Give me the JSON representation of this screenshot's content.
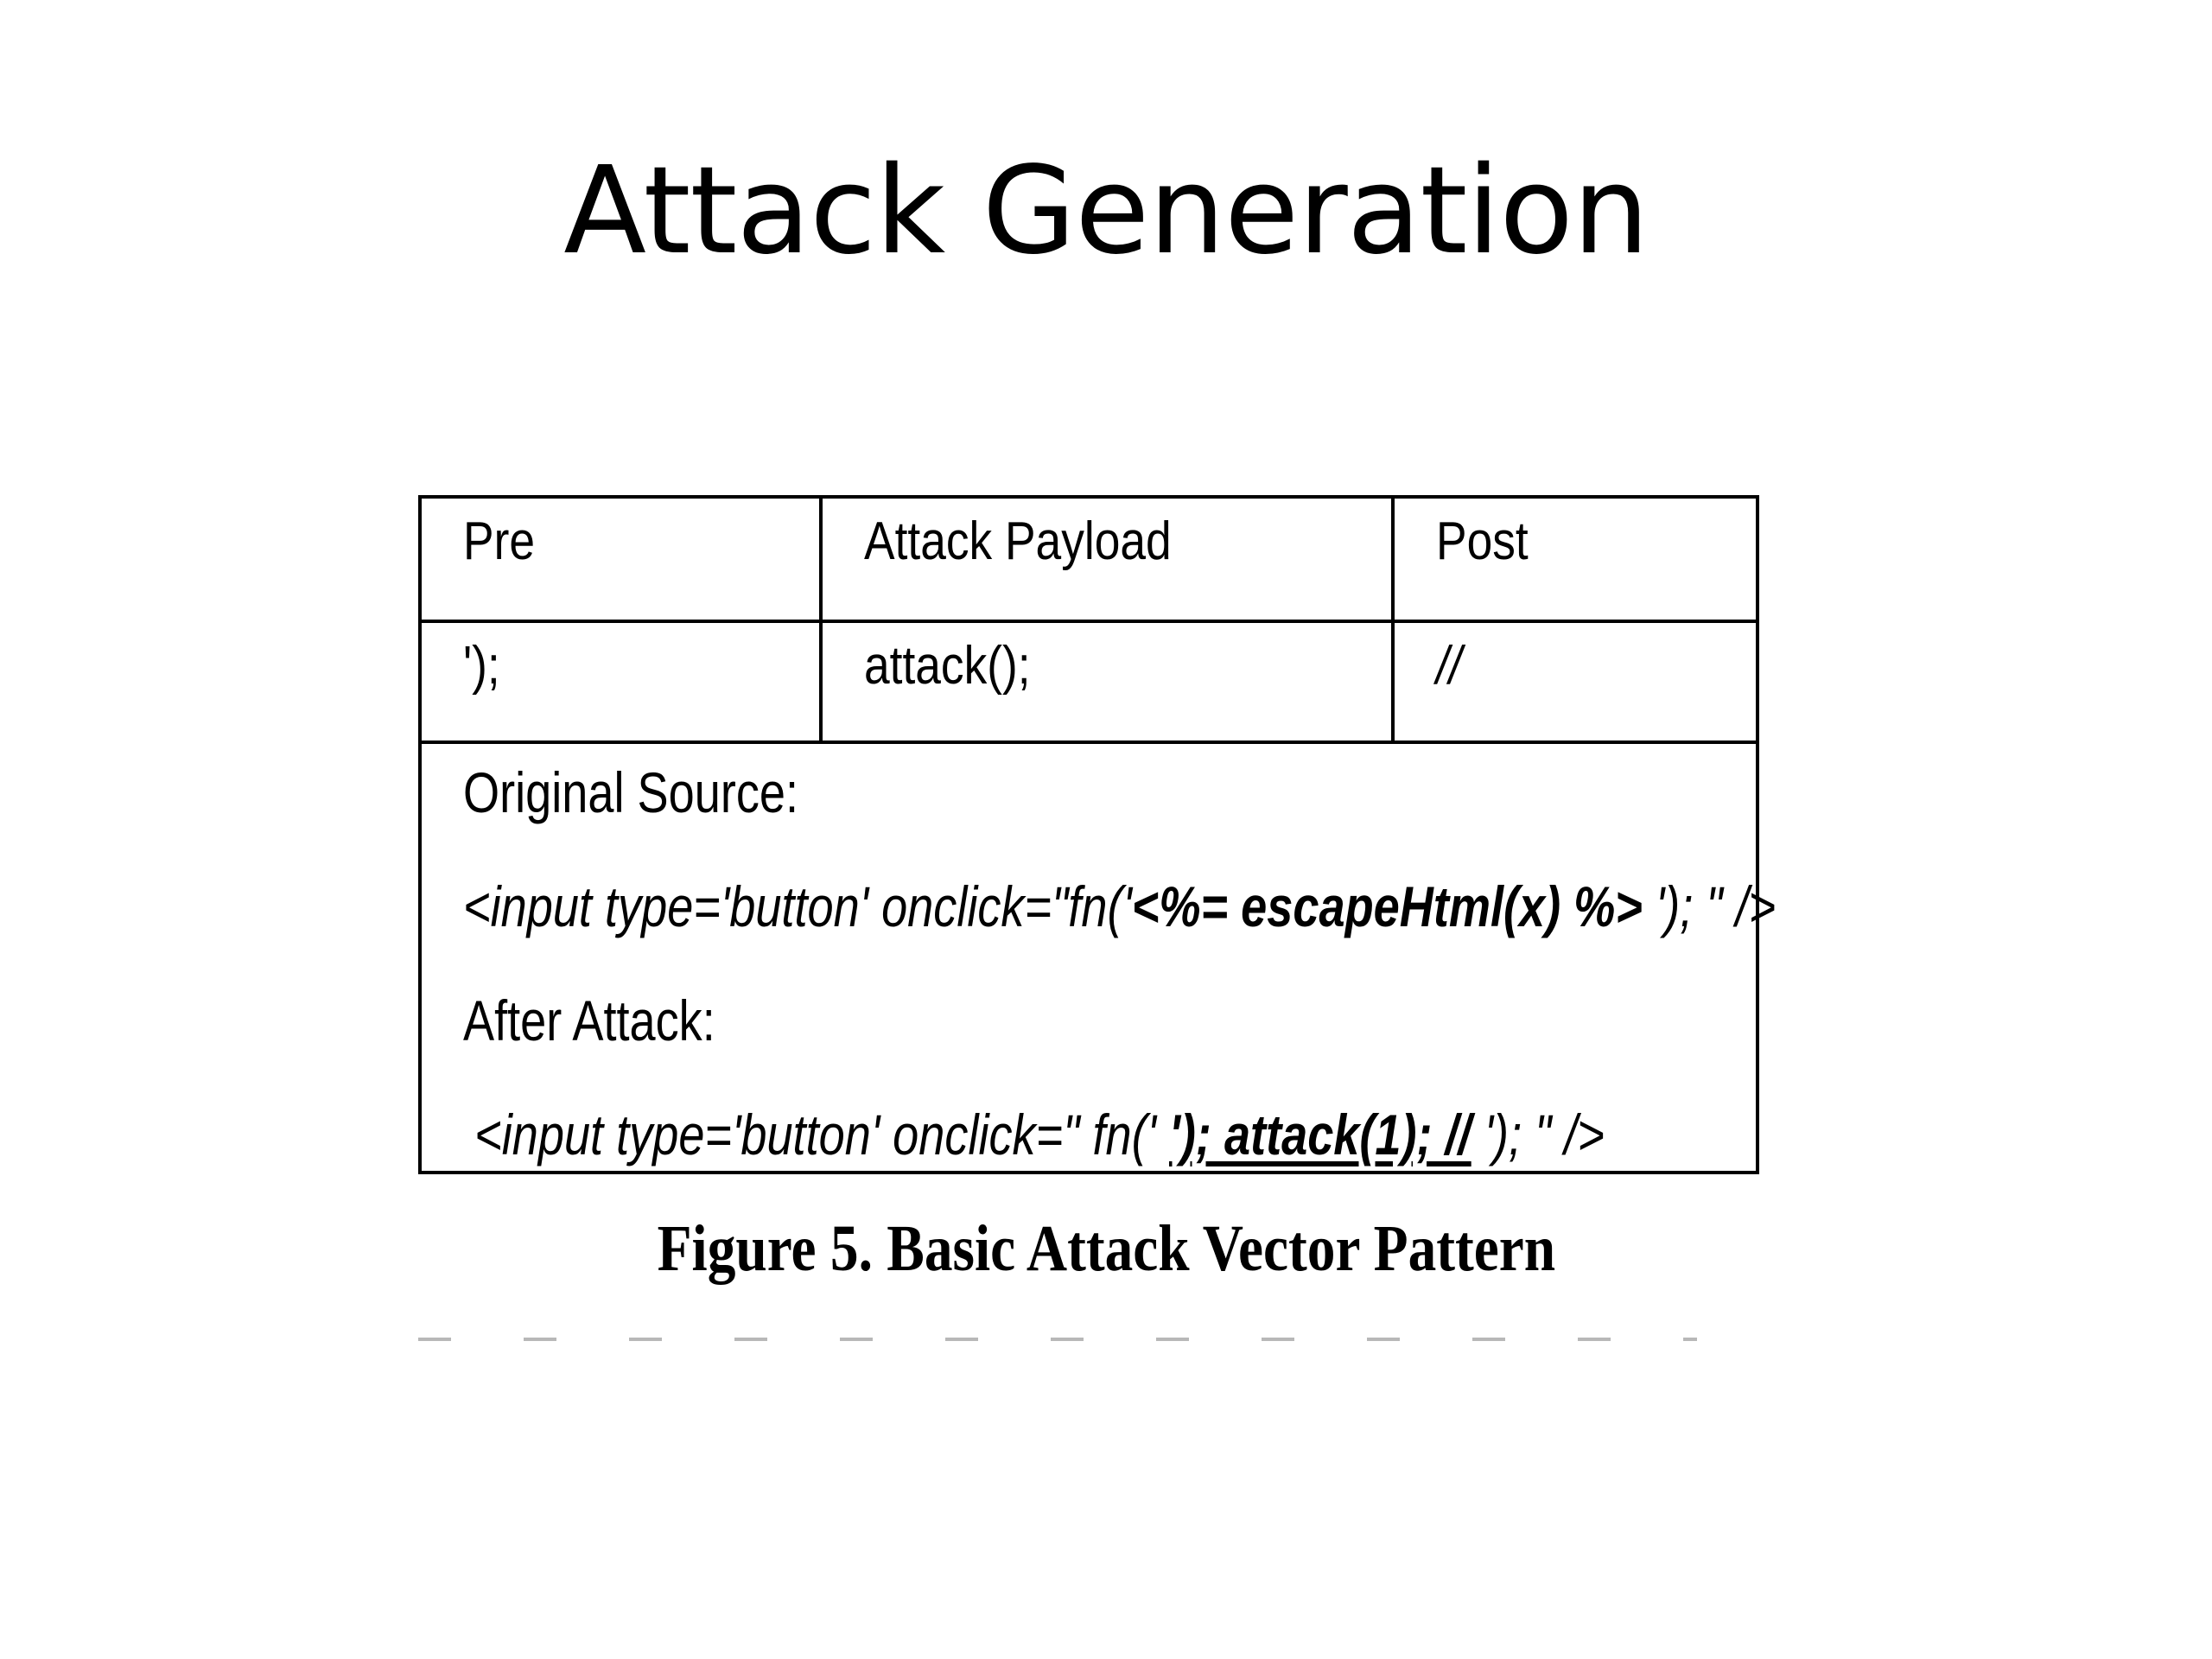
{
  "slide": {
    "title": "Attack Generation"
  },
  "table": {
    "headers": [
      "Pre",
      "Attack Payload",
      "Post"
    ],
    "values": [
      "');",
      "attack();",
      "//"
    ]
  },
  "source": {
    "original_label": "Original Source:",
    "original_code": {
      "before": "<input type='button' onclick=\"fn('",
      "bold": "<%= escapeHtml(x) %>",
      "after": " '); \" />"
    },
    "after_label": "After Attack:",
    "after_code": {
      "before": "<input type='button' onclick=\" fn(' ",
      "injected": "'); attack(1); //",
      "after": "  '); \" />"
    }
  },
  "caption": "Figure 5. Basic Attack Vector Pattern"
}
